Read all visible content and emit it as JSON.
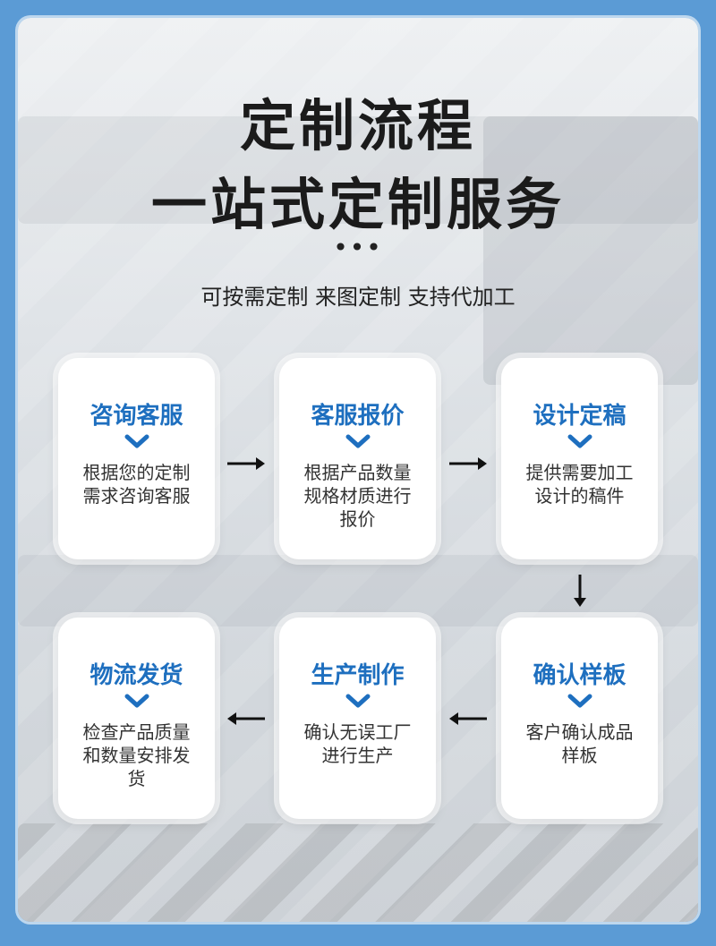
{
  "header": {
    "title_line1": "定制流程",
    "title_line2": "一站式定制服务",
    "dots": "•••",
    "subtitle": "可按需定制 来图定制 支持代加工"
  },
  "steps": [
    {
      "title": "咨询客服",
      "desc": "根据您的定制需求咨询客服"
    },
    {
      "title": "客服报价",
      "desc": "根据产品数量规格材质进行报价"
    },
    {
      "title": "设计定稿",
      "desc": "提供需要加工设计的稿件"
    },
    {
      "title": "确认样板",
      "desc": "客户确认成品样板"
    },
    {
      "title": "生产制作",
      "desc": "确认无误工厂进行生产"
    },
    {
      "title": "物流发货",
      "desc": "检查产品质量和数量安排发货"
    }
  ],
  "colors": {
    "accent": "#1e6fbf",
    "border": "#5b9bd5"
  }
}
